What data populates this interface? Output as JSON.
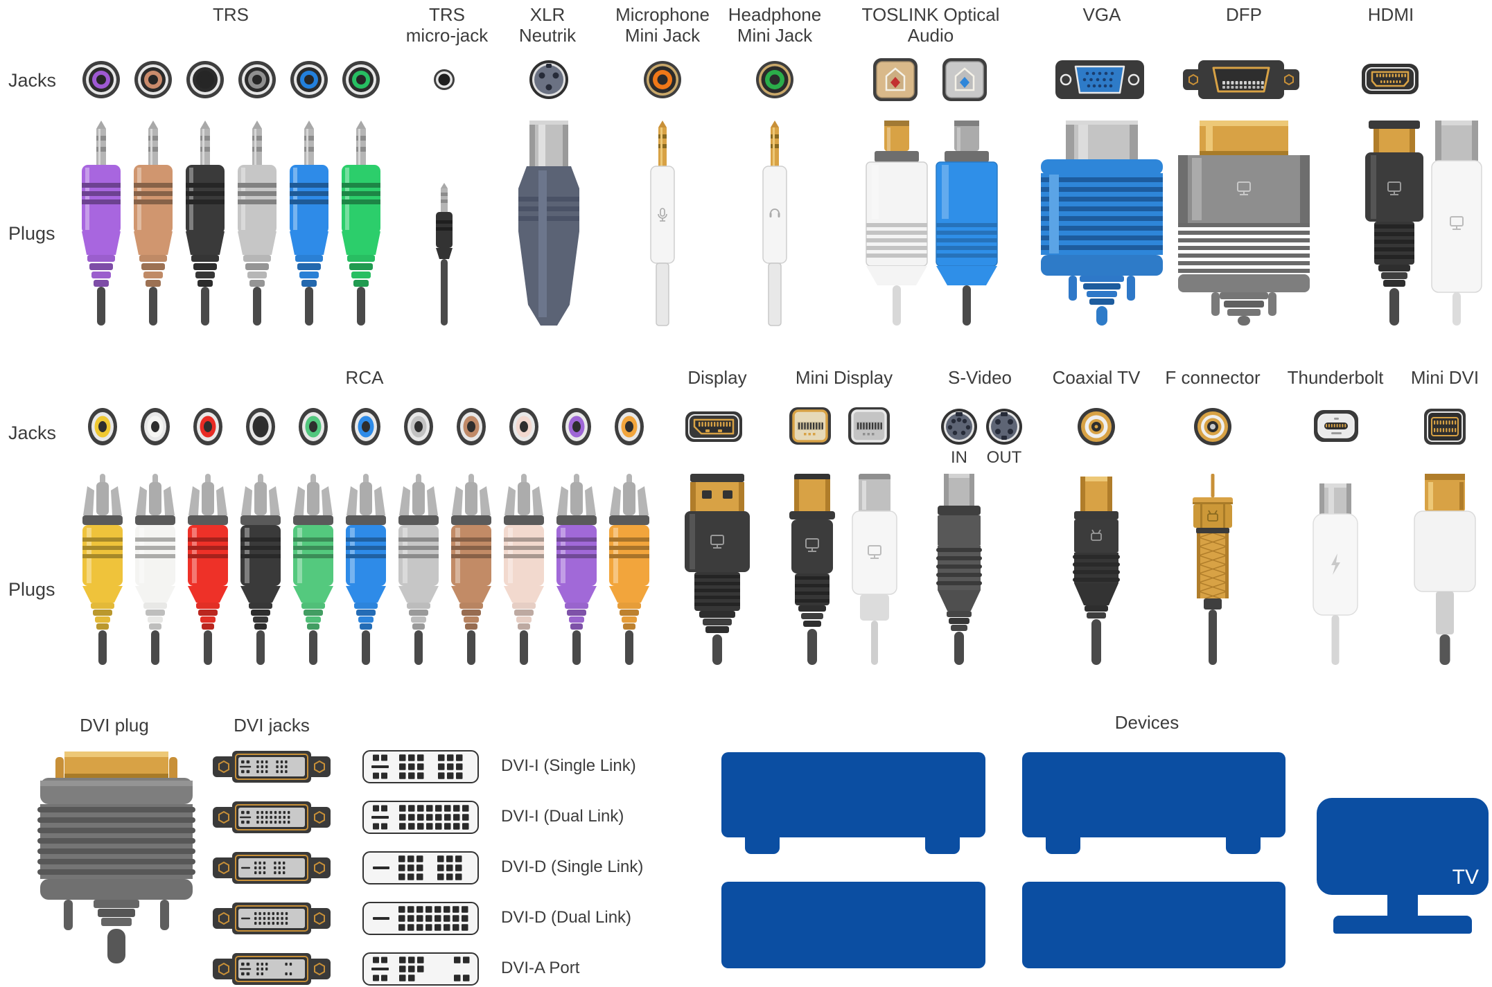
{
  "row1": {
    "axis": {
      "jacks": "Jacks",
      "plugs": "Plugs"
    },
    "groups": [
      {
        "id": "trs",
        "label": "TRS",
        "jacks": [
          {
            "kind": "trs",
            "name": "trs-jack-purple",
            "color": "#9E59D2"
          },
          {
            "kind": "trs",
            "name": "trs-jack-salmon",
            "color": "#C98B6C"
          },
          {
            "kind": "trs",
            "name": "trs-jack-black",
            "color": "#262626"
          },
          {
            "kind": "trs",
            "name": "trs-jack-gray",
            "color": "#8F8F8F"
          },
          {
            "kind": "trs",
            "name": "trs-jack-blue",
            "color": "#2380DC"
          },
          {
            "kind": "trs",
            "name": "trs-jack-green",
            "color": "#27BE62"
          }
        ],
        "plugs": [
          {
            "kind": "trsplug",
            "name": "trs-plug-purple",
            "color": "#A866DF"
          },
          {
            "kind": "trsplug",
            "name": "trs-plug-salmon",
            "color": "#D0966F"
          },
          {
            "kind": "trsplug",
            "name": "trs-plug-black",
            "color": "#3A3A3A"
          },
          {
            "kind": "trsplug",
            "name": "trs-plug-silver",
            "color": "#C6C6C6"
          },
          {
            "kind": "trsplug",
            "name": "trs-plug-blue",
            "color": "#2E8BE8"
          },
          {
            "kind": "trsplug",
            "name": "trs-plug-green",
            "color": "#2CCE6B"
          }
        ]
      },
      {
        "id": "trs_micro",
        "label": "TRS micro-jack",
        "jacks": [
          {
            "kind": "micro",
            "name": "trs-micro-jack"
          }
        ],
        "plugs": [
          {
            "kind": "microplug",
            "name": "trs-micro-plug",
            "color": "#333333"
          }
        ]
      },
      {
        "id": "xlr",
        "label": "XLR Neutrik",
        "jacks": [
          {
            "kind": "xlr",
            "name": "xlr-jack"
          }
        ],
        "plugs": [
          {
            "kind": "xlrplug",
            "name": "xlr-plug"
          }
        ]
      },
      {
        "id": "mic",
        "label": "Microphone Mini Jack",
        "jacks": [
          {
            "kind": "mini",
            "name": "microphone-jack",
            "color": "#F07818"
          }
        ],
        "plugs": [
          {
            "kind": "miniplug",
            "name": "microphone-plug",
            "icon": "microphone-icon"
          }
        ]
      },
      {
        "id": "hp",
        "label": "Headphone Mini Jack",
        "jacks": [
          {
            "kind": "mini",
            "name": "headphone-jack",
            "color": "#2BAE4A"
          }
        ],
        "plugs": [
          {
            "kind": "miniplug",
            "name": "headphone-plug",
            "icon": "headphones-icon"
          }
        ]
      },
      {
        "id": "toslink",
        "label": "TOSLINK Optical Audio",
        "jacks": [
          {
            "kind": "toslink",
            "name": "toslink-jack-red",
            "panel": "#D9B98A",
            "diamond": "#C23030"
          },
          {
            "kind": "toslink",
            "name": "toslink-jack-blue",
            "panel": "#C9C9C9",
            "diamond": "#2E86D9"
          }
        ],
        "plugs": [
          {
            "kind": "toslinkplug",
            "name": "toslink-plug-white",
            "body": "#F4F4F4",
            "tip": "#D8A245"
          },
          {
            "kind": "toslinkplug",
            "name": "toslink-plug-blue",
            "body": "#2F8FE8",
            "tip": "#ABABAB"
          }
        ]
      },
      {
        "id": "vga",
        "label": "VGA",
        "jacks": [
          {
            "kind": "vga",
            "name": "vga-jack",
            "color": "#2E7BC8"
          }
        ],
        "plugs": [
          {
            "kind": "vgaplug",
            "name": "vga-plug",
            "color": "#2E86D9"
          }
        ]
      },
      {
        "id": "dfp",
        "label": "DFP",
        "jacks": [
          {
            "kind": "dfp",
            "name": "dfp-jack"
          }
        ],
        "plugs": [
          {
            "kind": "dfpplug",
            "name": "dfp-plug",
            "icon": "monitor-icon"
          }
        ]
      },
      {
        "id": "hdmi",
        "label": "HDMI",
        "jacks": [
          {
            "kind": "hdmi",
            "name": "hdmi-jack"
          }
        ],
        "plugs": [
          {
            "kind": "hdmiblack",
            "name": "hdmi-plug-black",
            "icon": "monitor-icon"
          },
          {
            "kind": "hdmiwhite",
            "name": "hdmi-plug-white",
            "icon": "monitor-icon"
          }
        ]
      }
    ]
  },
  "row2": {
    "axis": {
      "jacks": "Jacks",
      "plugs": "Plugs"
    },
    "groups": [
      {
        "id": "rca",
        "label": "RCA",
        "jacks": [
          {
            "kind": "rca",
            "name": "rca-jack-yellow",
            "color": "#EFC832"
          },
          {
            "kind": "rca",
            "name": "rca-jack-white",
            "color": "#F5F5F3"
          },
          {
            "kind": "rca",
            "name": "rca-jack-red",
            "color": "#E82B24"
          },
          {
            "kind": "rca",
            "name": "rca-jack-black",
            "color": "#2F2F2F"
          },
          {
            "kind": "rca",
            "name": "rca-jack-green",
            "color": "#52C77E"
          },
          {
            "kind": "rca",
            "name": "rca-jack-blue",
            "color": "#2E8BE8"
          },
          {
            "kind": "rca",
            "name": "rca-jack-gray",
            "color": "#C2C2C2"
          },
          {
            "kind": "rca",
            "name": "rca-jack-tan",
            "color": "#C08A68"
          },
          {
            "kind": "rca",
            "name": "rca-jack-pink",
            "color": "#F2D8CF"
          },
          {
            "kind": "rca",
            "name": "rca-jack-purple",
            "color": "#9E66D6"
          },
          {
            "kind": "rca",
            "name": "rca-jack-orange",
            "color": "#F2A53C"
          }
        ],
        "plugs": [
          {
            "kind": "rcaplug",
            "name": "rca-plug-yellow",
            "color": "#EFC33B"
          },
          {
            "kind": "rcaplug",
            "name": "rca-plug-white",
            "color": "#F4F4F2"
          },
          {
            "kind": "rcaplug",
            "name": "rca-plug-red",
            "color": "#EE3128"
          },
          {
            "kind": "rcaplug",
            "name": "rca-plug-black",
            "color": "#3A3A3A"
          },
          {
            "kind": "rcaplug",
            "name": "rca-plug-green",
            "color": "#54C97E"
          },
          {
            "kind": "rcaplug",
            "name": "rca-plug-blue",
            "color": "#2E8BE8"
          },
          {
            "kind": "rcaplug",
            "name": "rca-plug-gray",
            "color": "#C6C6C6"
          },
          {
            "kind": "rcaplug",
            "name": "rca-plug-tan",
            "color": "#C28B66"
          },
          {
            "kind": "rcaplug",
            "name": "rca-plug-pink",
            "color": "#F2D9CE"
          },
          {
            "kind": "rcaplug",
            "name": "rca-plug-purple",
            "color": "#A169D8"
          },
          {
            "kind": "rcaplug",
            "name": "rca-plug-orange",
            "color": "#F2A53C"
          }
        ]
      },
      {
        "id": "display",
        "label": "Display",
        "jacks": [
          {
            "kind": "dpjack",
            "name": "displayport-jack"
          }
        ],
        "plugs": [
          {
            "kind": "dpplug",
            "name": "displayport-plug",
            "icon": "monitor-icon"
          }
        ]
      },
      {
        "id": "minidp",
        "label": "Mini Display",
        "jacks": [
          {
            "kind": "mdpjack",
            "name": "mini-displayport-jack-gold",
            "variant": "gold"
          },
          {
            "kind": "mdpjack",
            "name": "mini-displayport-jack-silver",
            "variant": "silver"
          }
        ],
        "plugs": [
          {
            "kind": "mdpblack",
            "name": "mini-displayport-plug-black",
            "icon": "monitor-icon"
          },
          {
            "kind": "mdpwhite",
            "name": "mini-displayport-plug-white",
            "icon": "monitor-icon"
          }
        ]
      },
      {
        "id": "svideo",
        "label": "S-Video",
        "sublabels": [
          "IN",
          "OUT"
        ],
        "jacks": [
          {
            "kind": "svjack",
            "name": "svideo-jack-in",
            "pins": "in"
          },
          {
            "kind": "svjack",
            "name": "svideo-jack-out",
            "pins": "out"
          }
        ],
        "plugs": [
          {
            "kind": "svplug",
            "name": "svideo-plug"
          }
        ]
      },
      {
        "id": "coax",
        "label": "Coaxial TV",
        "jacks": [
          {
            "kind": "coaxjack",
            "name": "coaxial-tv-jack"
          }
        ],
        "plugs": [
          {
            "kind": "coaxplug",
            "name": "coaxial-tv-plug",
            "icon": "tv-icon"
          }
        ]
      },
      {
        "id": "fcon",
        "label": "F connector",
        "jacks": [
          {
            "kind": "fjack",
            "name": "f-connector-jack"
          }
        ],
        "plugs": [
          {
            "kind": "fplug",
            "name": "f-connector-plug",
            "icon": "tv-icon"
          }
        ]
      },
      {
        "id": "tbolt",
        "label": "Thunderbolt",
        "jacks": [
          {
            "kind": "tbjack",
            "name": "thunderbolt-jack"
          }
        ],
        "plugs": [
          {
            "kind": "tbplug",
            "name": "thunderbolt-plug",
            "icon": "lightning-icon"
          }
        ]
      },
      {
        "id": "minidvi",
        "label": "Mini DVI",
        "jacks": [
          {
            "kind": "mdvijack",
            "name": "mini-dvi-jack"
          }
        ],
        "plugs": [
          {
            "kind": "mdviplug",
            "name": "mini-dvi-plug"
          }
        ]
      }
    ]
  },
  "dvi": {
    "plug_label": "DVI plug",
    "jacks_label": "DVI jacks",
    "types": [
      {
        "label": "DVI-I (Single Link)",
        "symbol": "cross",
        "blocks": [
          [
            7,
            7,
            7
          ],
          [
            7,
            7,
            7
          ]
        ]
      },
      {
        "label": "DVI-I (Dual Link)",
        "symbol": "cross",
        "blocks": [
          [
            7,
            7,
            7,
            7,
            7,
            7,
            7,
            7
          ]
        ]
      },
      {
        "label": "DVI-D (Single Link)",
        "symbol": "dash",
        "blocks": [
          [
            7,
            7,
            7
          ],
          [
            7,
            7,
            7
          ]
        ]
      },
      {
        "label": "DVI-D (Dual Link)",
        "symbol": "dash",
        "blocks": [
          [
            7,
            7,
            7,
            7,
            7,
            7,
            7,
            7
          ]
        ]
      },
      {
        "label": "DVI-A Port",
        "symbol": "cross",
        "blocks": [
          [
            7,
            7,
            3
          ],
          [
            5,
            5
          ]
        ]
      }
    ]
  },
  "devices": {
    "label": "Devices",
    "color": "#0B4EA2",
    "tv_label": "TV",
    "units": [
      {
        "name": "device-box-1",
        "feet": true
      },
      {
        "name": "device-box-2",
        "feet": true
      },
      {
        "name": "device-box-3",
        "feet": false
      },
      {
        "name": "device-box-4",
        "feet": false
      },
      {
        "name": "tv",
        "feet": false
      }
    ]
  }
}
